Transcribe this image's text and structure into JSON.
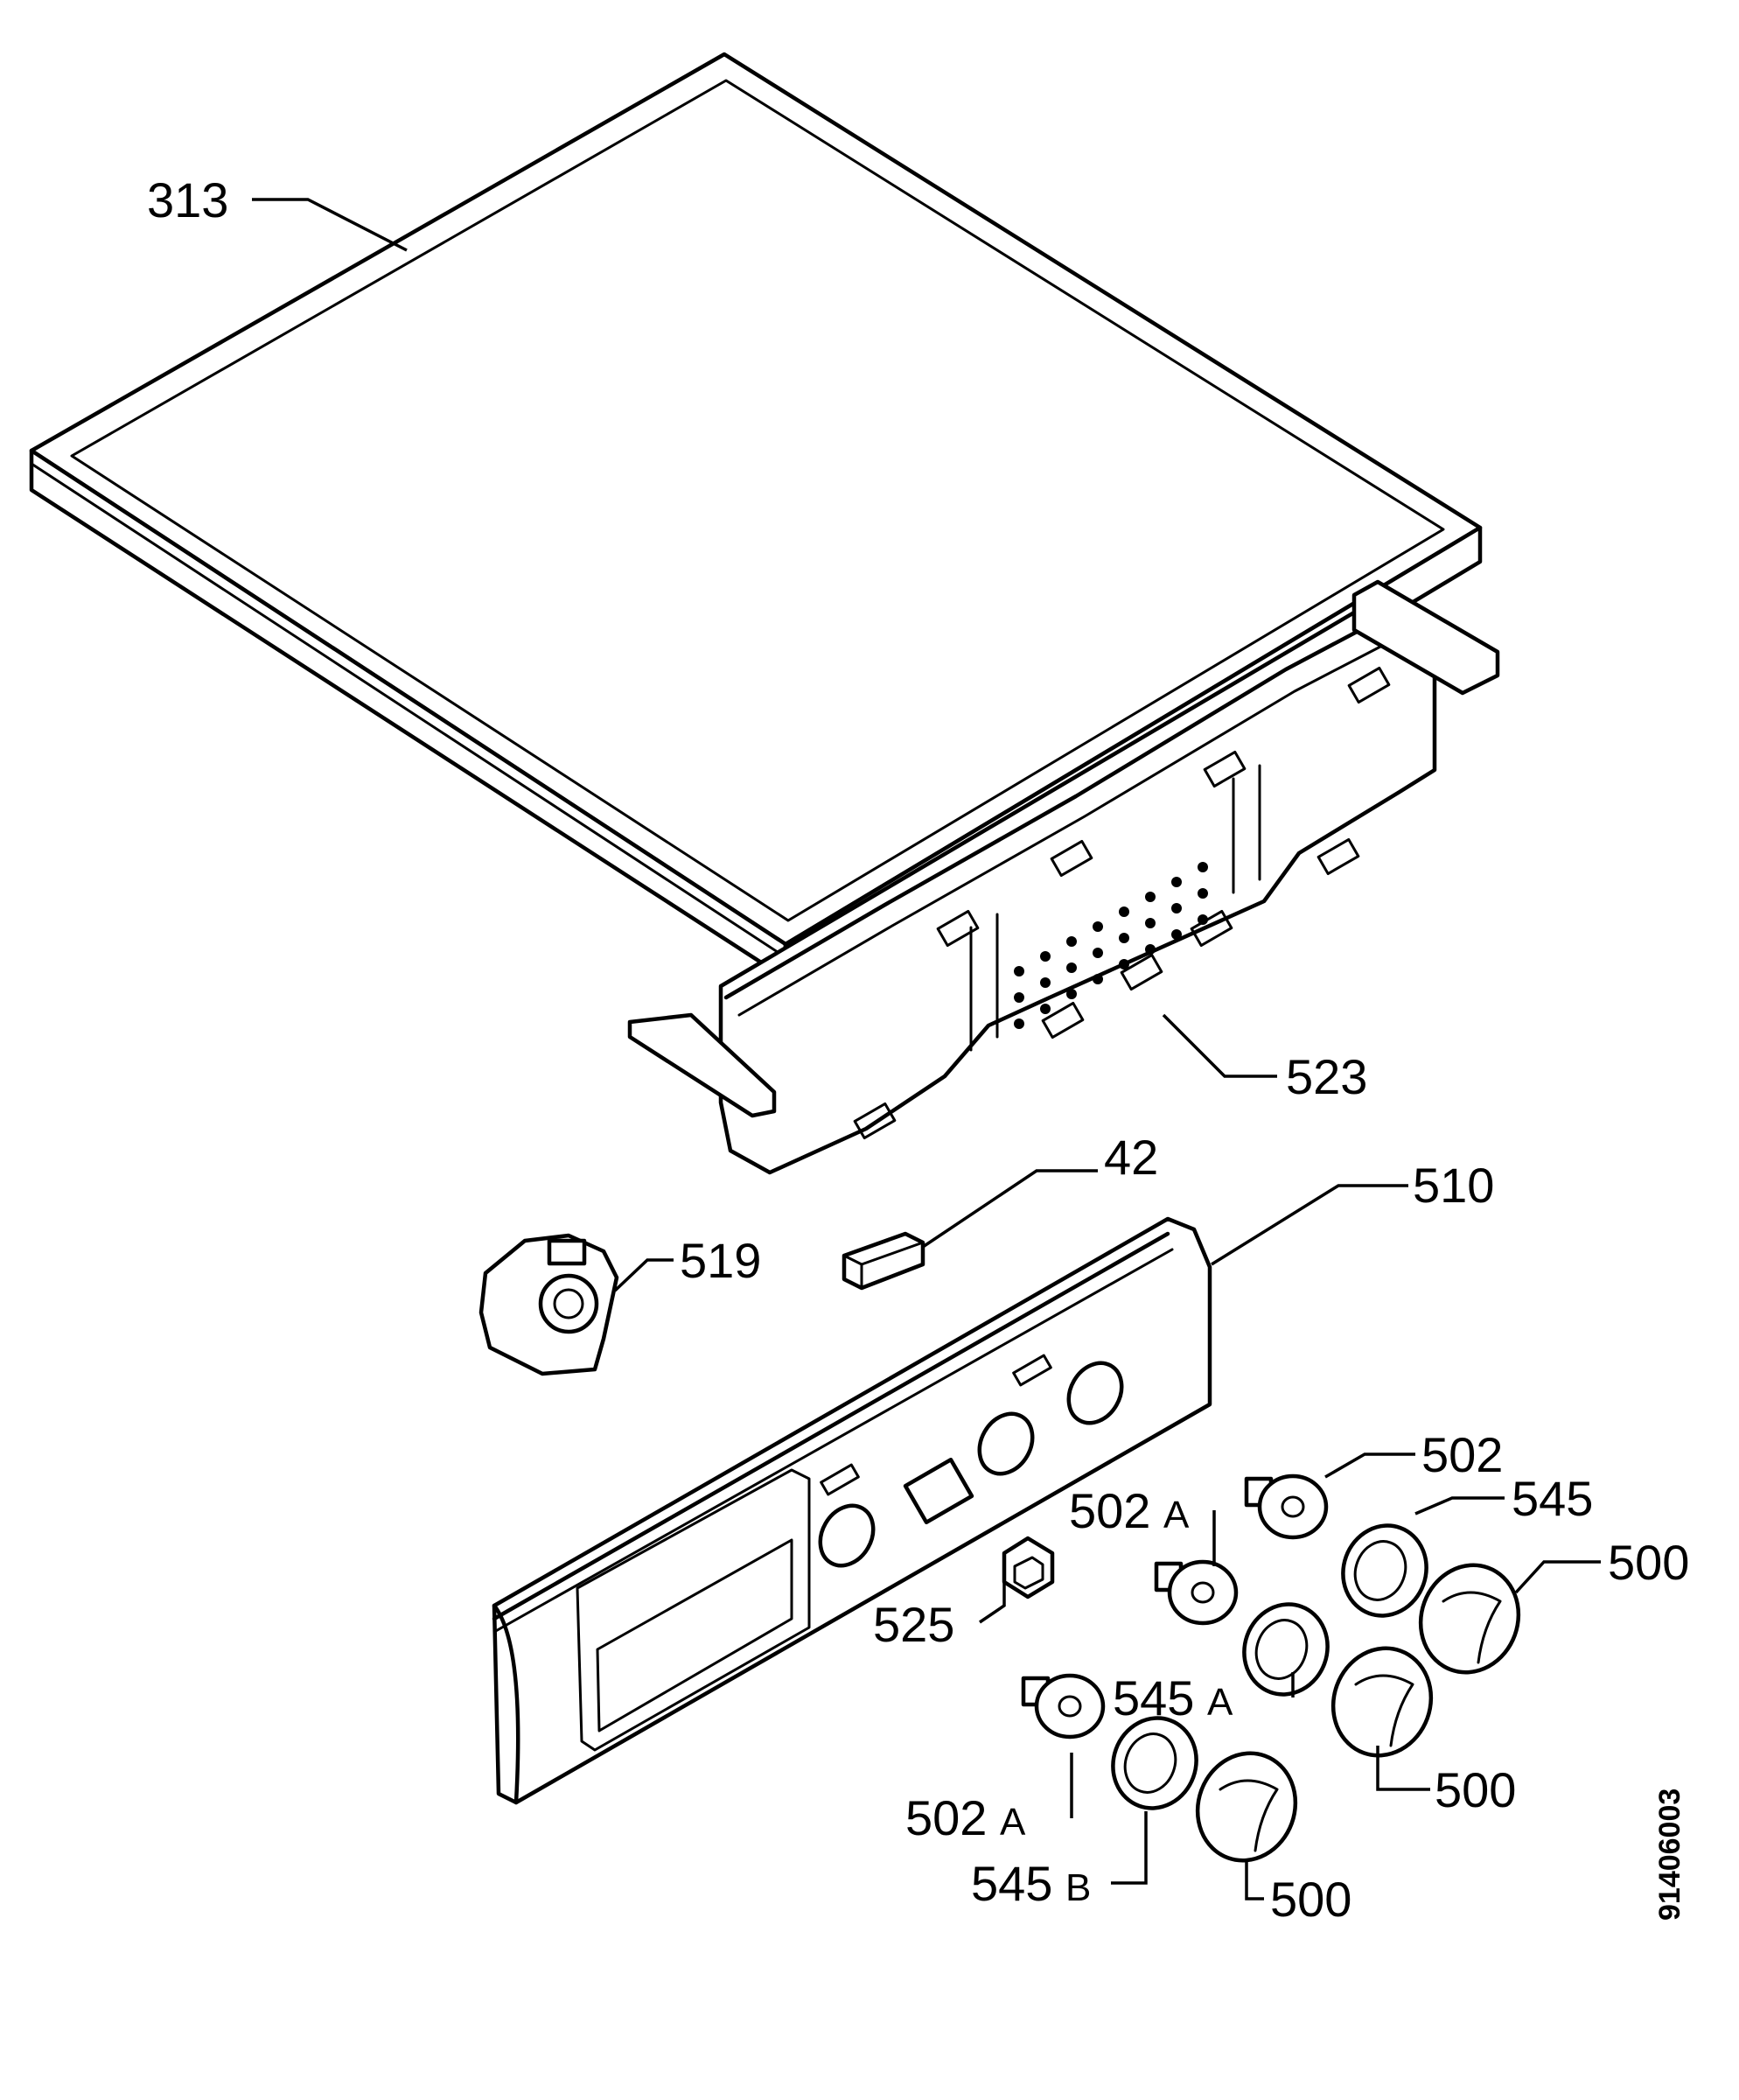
{
  "parts": [
    {
      "id": "lid",
      "name": "313"
    },
    {
      "id": "control-panel-frame",
      "name": "523"
    },
    {
      "id": "clip",
      "name": "42"
    },
    {
      "id": "control-panel",
      "name": "510"
    },
    {
      "id": "bracket",
      "name": "519"
    },
    {
      "id": "button-525",
      "name": "525"
    }
  ],
  "labels": {
    "lid": "313",
    "frame": "523",
    "clip": "42",
    "panel": "510",
    "bracket": "519",
    "button": "525",
    "spindle_top": "502",
    "spindle_mid": "502",
    "spindle_mid_suffix": "A",
    "spindle_low": "502",
    "spindle_low_suffix": "A",
    "ring_top": "545",
    "ring_mid": "545",
    "ring_mid_suffix": "A",
    "ring_low": "545",
    "ring_low_suffix": "B",
    "knob_top": "500",
    "knob_mid": "500",
    "knob_low": "500"
  },
  "drawing_number": "91406003"
}
